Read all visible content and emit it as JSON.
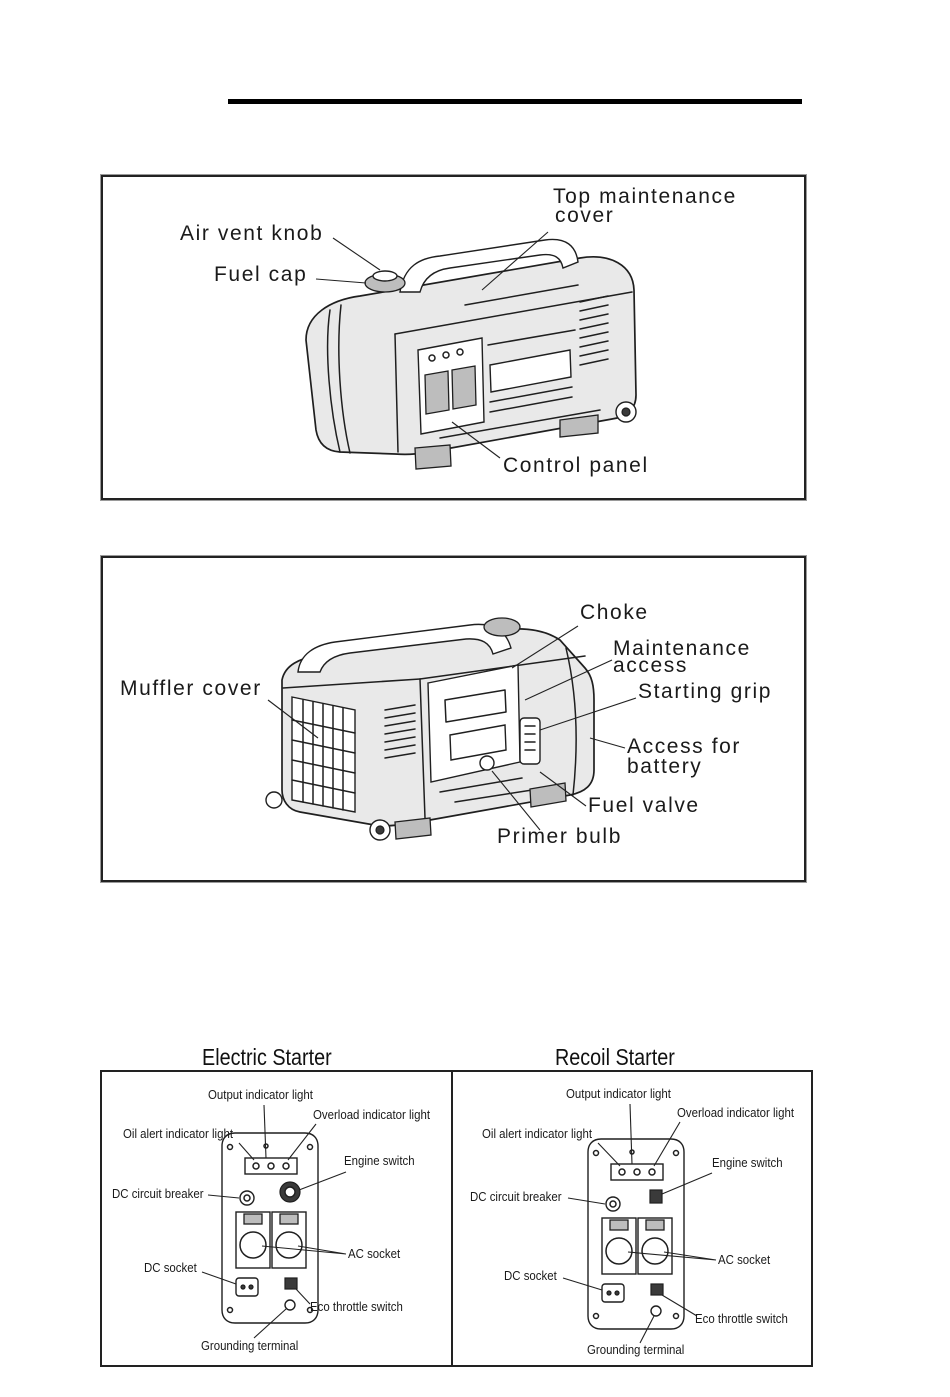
{
  "figure1": {
    "top_maintenance_cover": {
      "line1": "Top maintenance",
      "line2": "cover"
    },
    "air_vent_knob": "Air vent knob",
    "fuel_cap": "Fuel cap",
    "control_panel": "Control panel"
  },
  "figure2": {
    "choke": "Choke",
    "maintenance_access": {
      "line1": "Maintenance",
      "line2": "access"
    },
    "starting_grip": "Starting grip",
    "muffler_cover": "Muffler cover",
    "access_for_battery": {
      "line1": "Access for",
      "line2": "battery"
    },
    "fuel_valve": "Fuel valve",
    "primer_bulb": "Primer bulb"
  },
  "panels": {
    "electric": {
      "heading": "Electric Starter",
      "labels": {
        "output_indicator_light": "Output indicator light",
        "overload_indicator_light": "Overload indicator light",
        "oil_alert_indicator_light": "Oil alert indicator light",
        "engine_switch": "Engine switch",
        "dc_circuit_breaker": "DC circuit breaker",
        "ac_socket": "AC socket",
        "dc_socket": "DC socket",
        "eco_throttle_switch": "Eco throttle switch",
        "grounding_terminal": "Grounding terminal"
      }
    },
    "recoil": {
      "heading": "Recoil Starter",
      "labels": {
        "output_indicator_light": "Output indicator light",
        "overload_indicator_light": "Overload indicator light",
        "oil_alert_indicator_light": "Oil alert indicator light",
        "engine_switch": "Engine switch",
        "dc_circuit_breaker": "DC circuit breaker",
        "ac_socket": "AC socket",
        "dc_socket": "DC socket",
        "eco_throttle_switch": "Eco throttle switch",
        "grounding_terminal": "Grounding terminal"
      }
    }
  }
}
